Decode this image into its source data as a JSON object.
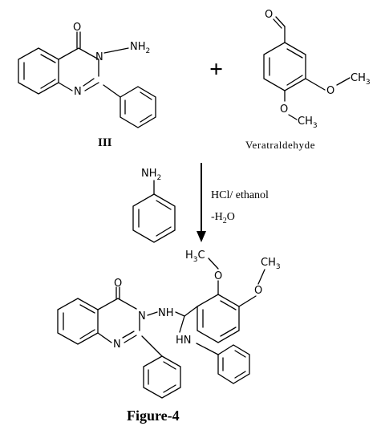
{
  "compound_III": {
    "carbonyl_o": "O",
    "n_ring": "N",
    "n_ring_lower": "N",
    "nh2": "NH",
    "nh2_sub": "2",
    "label": "III"
  },
  "plus": "+",
  "veratraldehyde": {
    "aldehyde_o": "O",
    "ome_o1": "O",
    "ome_o2": "O",
    "ch3_1": "CH",
    "ch3_1_sub": "3",
    "ch3_2": "CH",
    "ch3_2_sub": "3",
    "label": "Veratraldehyde"
  },
  "aniline": {
    "nh2": "NH",
    "nh2_sub": "2"
  },
  "conditions": {
    "reagent": "HCl/ ethanol",
    "byproduct_prefix": "-H",
    "byproduct_sub": "2",
    "byproduct_suffix": "O"
  },
  "product": {
    "carbonyl_o": "O",
    "n_ring": "N",
    "n_ring_lower": "N",
    "nh_link": "NH",
    "hn_aniline": "HN",
    "ome_o1": "O",
    "ome_o2": "O",
    "h3c_pre": "H",
    "h3c_sub": "3",
    "h3c_post": "C",
    "ch3": "CH",
    "ch3_sub": "3"
  },
  "caption": "Figure-4"
}
